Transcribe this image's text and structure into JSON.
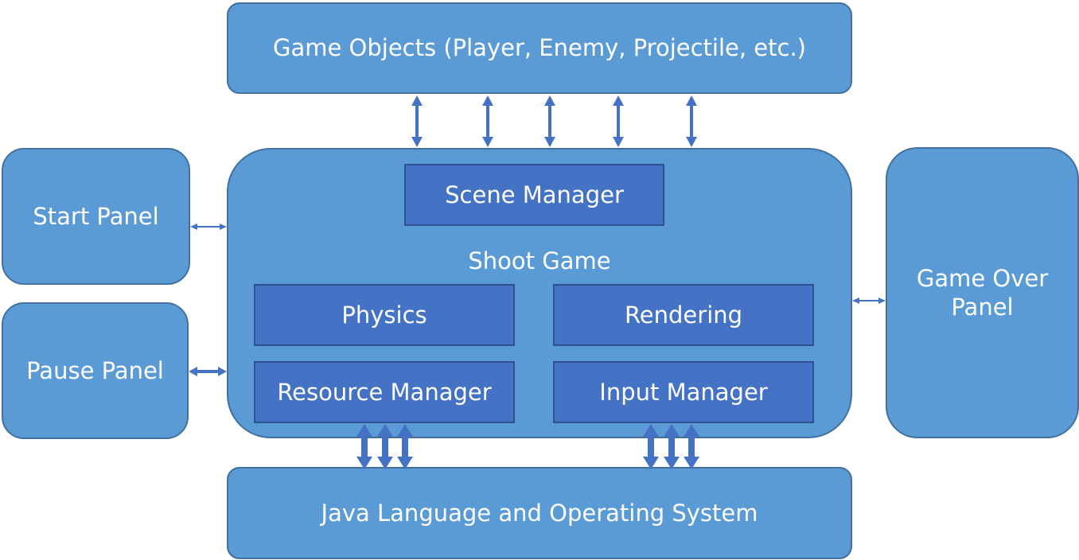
{
  "diagram": {
    "game_objects": "Game Objects (Player, Enemy, Projectile, etc.)",
    "shoot_game": "Shoot Game",
    "scene_manager": "Scene Manager",
    "physics": "Physics",
    "rendering": "Rendering",
    "resource_manager": "Resource Manager",
    "input_manager": "Input Manager",
    "java_os": "Java Language and Operating System",
    "start_panel": "Start Panel",
    "pause_panel": "Pause Panel",
    "game_over_panel": "Game Over Panel"
  },
  "colors": {
    "outer_box": "#5b9bd5",
    "inner_box": "#4472c4",
    "arrow": "#4472c4",
    "text": "#ffffff"
  }
}
